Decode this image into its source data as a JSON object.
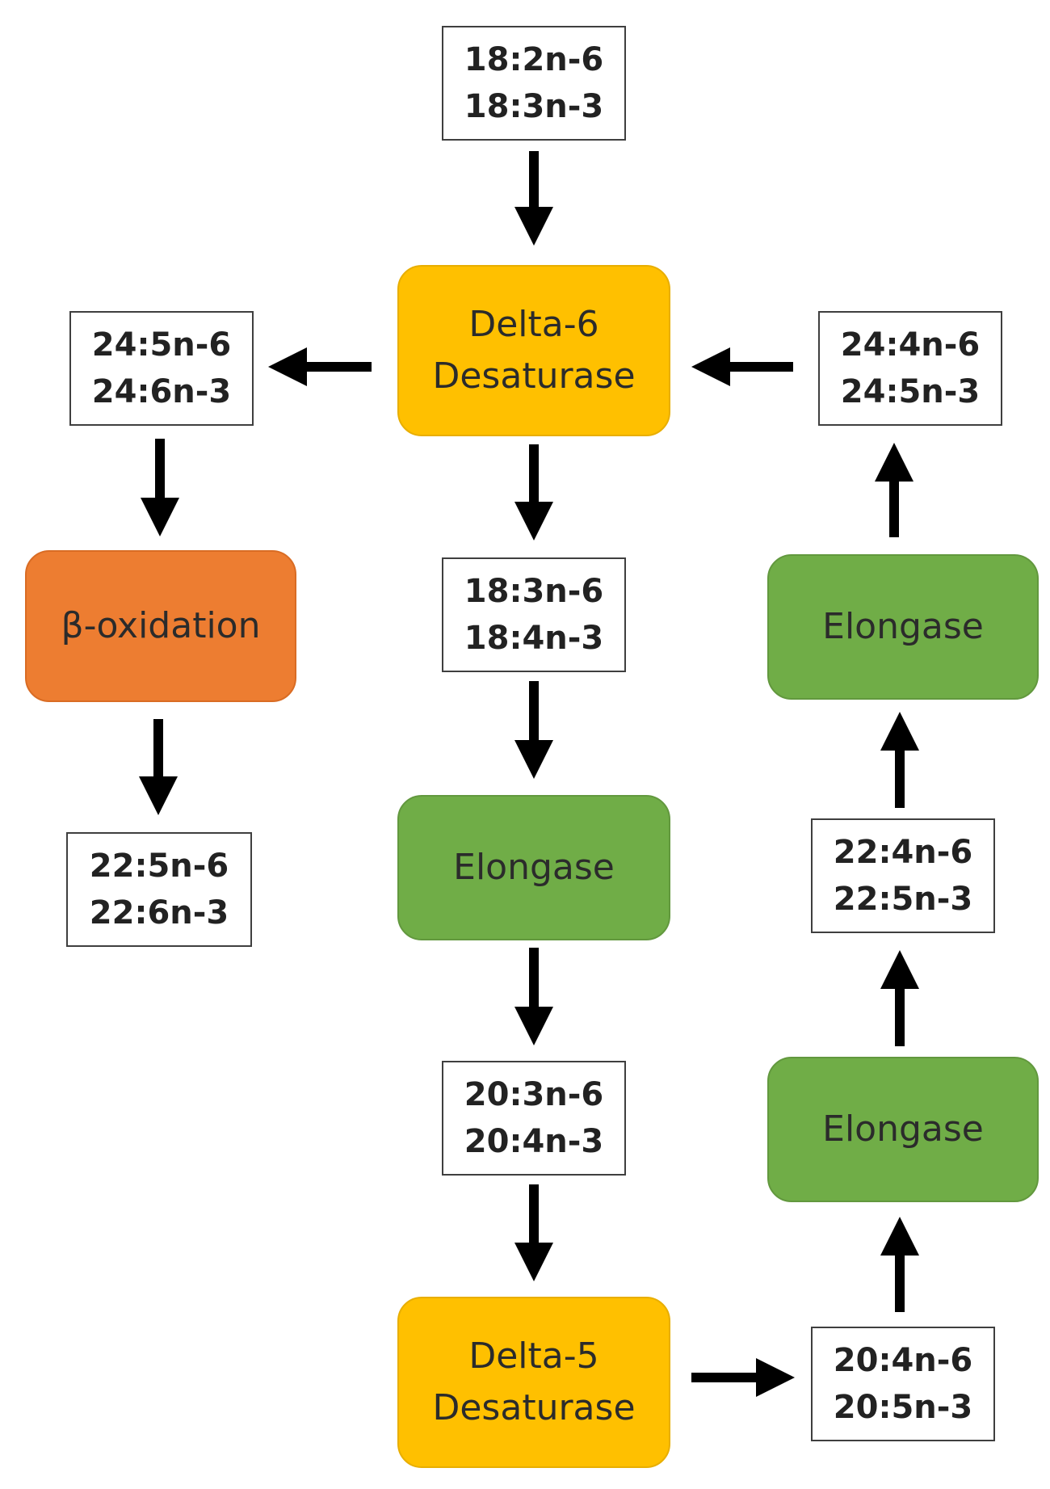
{
  "fatty_acids": {
    "fa_18_2": [
      "18:2n-6",
      "18:3n-3"
    ],
    "fa_24_5": [
      "24:5n-6",
      "24:6n-3"
    ],
    "fa_24_4": [
      "24:4n-6",
      "24:5n-3"
    ],
    "fa_18_3": [
      "18:3n-6",
      "18:4n-3"
    ],
    "fa_22_5": [
      "22:5n-6",
      "22:6n-3"
    ],
    "fa_22_4": [
      "22:4n-6",
      "22:5n-3"
    ],
    "fa_20_3": [
      "20:3n-6",
      "20:4n-3"
    ],
    "fa_20_4": [
      "20:4n-6",
      "20:5n-3"
    ]
  },
  "enzymes": {
    "delta6": [
      "Delta-6",
      "Desaturase"
    ],
    "beta_ox": [
      "β-oxidation"
    ],
    "elongase_center": [
      "Elongase"
    ],
    "elongase_right_top": [
      "Elongase"
    ],
    "elongase_right_bottom": [
      "Elongase"
    ],
    "delta5": [
      "Delta-5",
      "Desaturase"
    ]
  },
  "colors": {
    "desaturase": "#ffc000",
    "elongase": "#70ad47",
    "beta_oxidation": "#ed7d31",
    "fatty_acid_box": "#ffffff",
    "arrow": "#000000"
  }
}
